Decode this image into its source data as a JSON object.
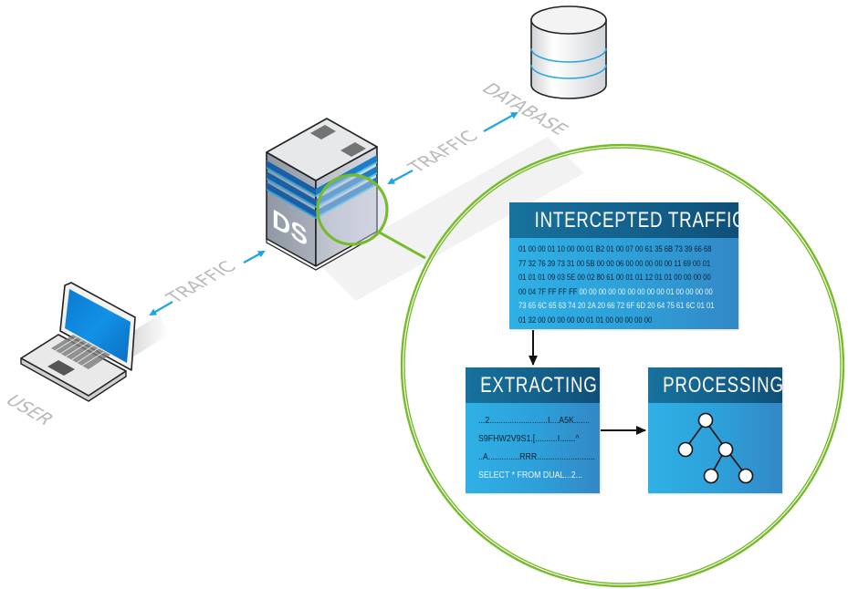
{
  "diagram": {
    "title": "Database traffic interception flow",
    "nodes": {
      "user": {
        "label": "USER",
        "icon": "laptop-icon"
      },
      "ds_server": {
        "label": "DS",
        "icon": "server-icon"
      },
      "database": {
        "label": "DATABASE",
        "icon": "database-icon"
      }
    },
    "edges": [
      {
        "from": "user",
        "to": "ds_server",
        "label": "TRAFFIC",
        "bidirectional": true
      },
      {
        "from": "ds_server",
        "to": "database",
        "label": "TRAFFIC",
        "bidirectional": true
      }
    ],
    "zoom_callout": {
      "intercepted": {
        "title": "INTERCEPTED TRAFFIC",
        "hex_lines": [
          {
            "dark": "01 00 00 01 10 00 00 01 B2 01 00 07 00 61 35 6B 73 39 66 68",
            "light": ""
          },
          {
            "dark": "77 32 76 39 73 31 00 5B 00 00 06 00 00 00 00 00 11 69 00 01",
            "light": ""
          },
          {
            "dark": "01 01 01 09 03 5E 00 02 80 61 00 01 01 12 01 01 00 00 00 00",
            "light": ""
          },
          {
            "dark": "00 04 7F FF FF FF ",
            "light": "00 00 00 00 00 00 00 00 00 01 00 00 00 00"
          },
          {
            "dark": "",
            "light": "73 65 6C 65 63 74 20 2A 20 66 72 6F 6D 20 64 75 61 6C 01 01"
          },
          {
            "dark": "01 32 00 00 00 00 00 01 01 00 00 00 00 00",
            "light": ""
          }
        ]
      },
      "extracting": {
        "title": "EXTRACTING",
        "lines": [
          {
            "text": "...2..........................I....A5K.......",
            "highlight": false
          },
          {
            "text": "S9FHW2V9S1.[..........I.......^",
            "highlight": false
          },
          {
            "text": "..A..............RRR..........................",
            "highlight": false
          },
          {
            "text": "SELECT * FROM DUAL...2...",
            "highlight": true
          }
        ]
      },
      "processing": {
        "title": "PROCESSING",
        "icon": "tree-graph-icon"
      },
      "flow": [
        {
          "from": "intercepted",
          "to": "extracting"
        },
        {
          "from": "extracting",
          "to": "processing"
        }
      ]
    },
    "colors": {
      "accent_green": "#77bb2b",
      "arrow_blue": "#1fa5e0",
      "panel_header": "#135f8a",
      "panel_body": "#2ea6de",
      "label_gray": "#b9b9b9"
    }
  }
}
